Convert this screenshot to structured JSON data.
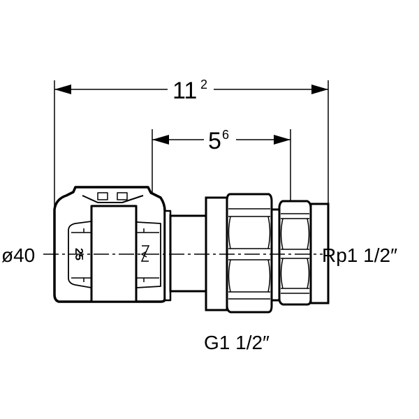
{
  "dimensions": {
    "overall_length": {
      "main": "11",
      "sup": "2"
    },
    "insertion_length": {
      "main": "5",
      "sup": "6"
    }
  },
  "labels": {
    "pipe_diameter": "ø40",
    "female_thread": "Rp1 1/2″",
    "male_thread": "G1 1/2″",
    "size_marking": "25"
  },
  "colors": {
    "line": "#000000",
    "background": "#ffffff"
  }
}
